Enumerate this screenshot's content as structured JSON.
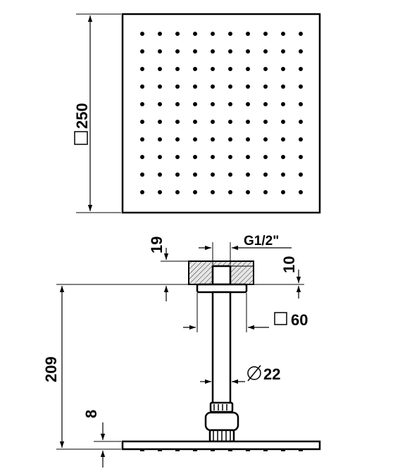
{
  "dimensions": {
    "head_size": "250",
    "arm_length": "209",
    "head_thickness": "8",
    "flange_height": "19",
    "thread": "G1/2\"",
    "thread_depth": "10",
    "flange_size": "60",
    "pipe_diameter": "22"
  },
  "symbols": {
    "square": "square-icon",
    "diameter": "diameter-icon"
  },
  "colors": {
    "line": "#000000",
    "hatch_fill": "#d9d9d9"
  },
  "nozzle_grid": {
    "rows": 10,
    "cols": 10
  }
}
